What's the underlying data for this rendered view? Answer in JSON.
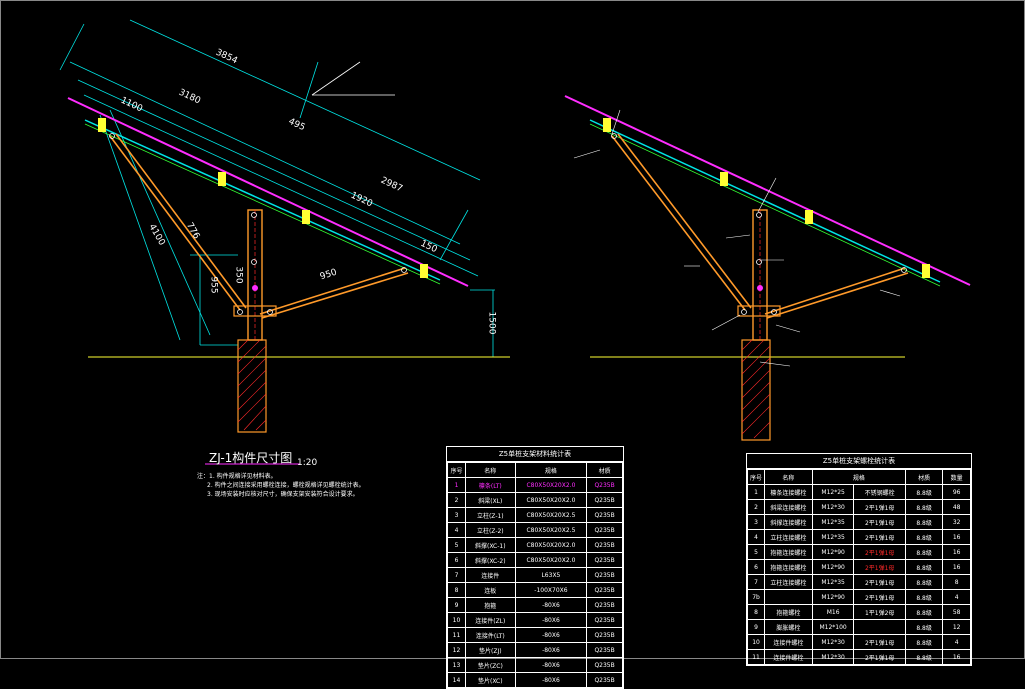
{
  "figure": {
    "title": "ZJ-1构件尺寸图",
    "scale": "1:20",
    "notes": [
      "注：1. 构件规格详见材料表。",
      "2. 构件之间连接采用螺栓连接，螺栓规格详见螺栓统计表。",
      "3. 现场安装时应核对尺寸，确保支架安装符合设计要求。"
    ]
  },
  "dimensions_left": [
    "3854",
    "3180",
    "2987",
    "495",
    "4100",
    "150",
    "1920",
    "950",
    "776",
    "1500",
    "955",
    "350",
    "1100"
  ],
  "material_table": {
    "title": "Z5单桩支架材料统计表",
    "headers": [
      "序号",
      "名称",
      "规格",
      "材质"
    ],
    "rows": [
      [
        "1",
        "檩条(LT)",
        "C80X50X20X2.0",
        "Q235B"
      ],
      [
        "2",
        "斜梁(XL)",
        "C80X50X20X2.0",
        "Q235B"
      ],
      [
        "3",
        "立柱(Z-1)",
        "C80X50X20X2.5",
        "Q235B"
      ],
      [
        "4",
        "立柱(Z-2)",
        "C80X50X20X2.5",
        "Q235B"
      ],
      [
        "5",
        "斜撑(XC-1)",
        "C80X50X20X2.0",
        "Q235B"
      ],
      [
        "6",
        "斜撑(XC-2)",
        "C80X50X20X2.0",
        "Q235B"
      ],
      [
        "7",
        "连接件",
        "L63X5",
        "Q235B"
      ],
      [
        "8",
        "连板",
        "-100X70X6",
        "Q235B"
      ],
      [
        "9",
        "抱箍",
        "-80X6",
        "Q235B"
      ],
      [
        "10",
        "连接件(ZL)",
        "-80X6",
        "Q235B"
      ],
      [
        "11",
        "连接件(LT)",
        "-80X6",
        "Q235B"
      ],
      [
        "12",
        "垫片(ZJ)",
        "-80X6",
        "Q235B"
      ],
      [
        "13",
        "垫片(ZC)",
        "-80X6",
        "Q235B"
      ],
      [
        "14",
        "垫片(XC)",
        "-80X6",
        "Q235B"
      ]
    ]
  },
  "bolt_table": {
    "title": "Z5单桩支架螺栓统计表",
    "headers": [
      "序号",
      "名称",
      "规格",
      "",
      "材质",
      "数量"
    ],
    "rows": [
      [
        "1",
        "檩条连接螺栓",
        "M12*25",
        "不锈钢螺栓",
        "8.8级",
        "96"
      ],
      [
        "2",
        "斜梁连接螺栓",
        "M12*30",
        "2平1弹1母",
        "8.8级",
        "48"
      ],
      [
        "3",
        "斜撑连接螺栓",
        "M12*35",
        "2平1弹1母",
        "8.8级",
        "32"
      ],
      [
        "4",
        "立柱连接螺栓",
        "M12*35",
        "2平1弹1母",
        "8.8级",
        "16"
      ],
      [
        "5",
        "抱箍连接螺栓",
        "M12*90",
        "2平1弹1母",
        "8.8级",
        "16"
      ],
      [
        "6",
        "抱箍连接螺栓",
        "M12*90",
        "2平1弹1母",
        "8.8级",
        "16"
      ],
      [
        "7",
        "立柱连接螺栓",
        "M12*35",
        "2平1弹1母",
        "8.8级",
        "8"
      ],
      [
        "7b",
        "",
        "M12*90",
        "2平1弹1母",
        "8.8级",
        "4"
      ],
      [
        "8",
        "抱箍螺栓",
        "M16",
        "1平1弹2母",
        "8.8级",
        "58"
      ],
      [
        "9",
        "膨胀螺栓",
        "M12*100",
        "",
        "8.8级",
        "12"
      ],
      [
        "10",
        "连接件螺栓",
        "M12*30",
        "2平1弹1母",
        "8.8级",
        "4"
      ],
      [
        "11",
        "连接件螺栓",
        "M12*30",
        "2平1弹1母",
        "8.8级",
        "16"
      ]
    ]
  },
  "colors": {
    "cyan": "#00e5e5",
    "yellow": "#ffff33",
    "magenta": "#ff2dff",
    "orange": "#ff9a2a",
    "green": "#33ff33",
    "red": "#ff2a2a"
  }
}
